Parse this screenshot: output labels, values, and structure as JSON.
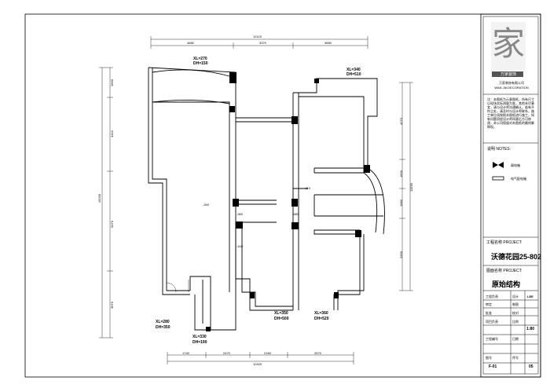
{
  "drawing": {
    "dims_top": {
      "overall": "12115",
      "seg1": "4680",
      "seg2": "3370",
      "seg3": "3680"
    },
    "dims_bottom": {
      "overall": "10420",
      "seg1": "1740",
      "seg2": "2470",
      "seg3": "2160",
      "seg4": "2570"
    },
    "dims_left": {
      "overall": "15030",
      "seg1": "1660",
      "seg2": "4110",
      "seg3": "5470",
      "seg4": "3970"
    },
    "dims_right": {
      "overall": "11530",
      "seg1": "4270",
      "seg2": "1600",
      "seg3": "1680",
      "seg4": "3390"
    },
    "tags": {
      "xl270": "XL=270",
      "dh150": "DH=150",
      "xl340": "XL=340",
      "dh510": "DH=510",
      "xl280": "XL=280",
      "dh350": "DH=350",
      "xl330": "XL=330",
      "dh190": "DH=190",
      "xl350": "XL=350",
      "dh500": "DH=500",
      "xl360": "XL=360",
      "dh520": "DH=520"
    },
    "level_marks": {
      "m1": "-260",
      "m2": "-360",
      "m3": "-380",
      "m4": "-410",
      "m5": "-310"
    }
  },
  "title_block": {
    "company_cn": "万家装饰",
    "company_line1": "万家装饰有限公司",
    "company_line2": "WAN JIA DECORATION",
    "notes_cn": "注：本图纸为示意图纸，所有尺寸以现场实际测量为准，其他未尽事宜，请与设计师沟通确认，若有不符之处，请及时与设计师联系，施工单位须按照本图纸进行施工，如有问题须经设计师同意后方可修改，本公司保留对本图纸的最终解释权。",
    "legend_label": "说明 NOTES:",
    "legend_item1": "弱电箱",
    "legend_item2": "电气配电箱",
    "project_label": "工程名称 PROJECT:",
    "project_name": "沃德花园25-802",
    "drawing_label": "图面名称 PROJECT:",
    "drawing_name": "原始结构",
    "rows": {
      "r1a": "工程负责",
      "r1b": "设计",
      "r1c": "LEE",
      "r2a": "审定",
      "r2b": "制图",
      "r3a": "批准",
      "r3b": "校对",
      "r4a": "项目负责",
      "r4b": "比例",
      "r4c": "1:80",
      "r5a": "工程编号",
      "r5b": "日期",
      "r6a": "图号",
      "r6b": "序号",
      "r6c": "F-01",
      "r6d": "05"
    }
  }
}
